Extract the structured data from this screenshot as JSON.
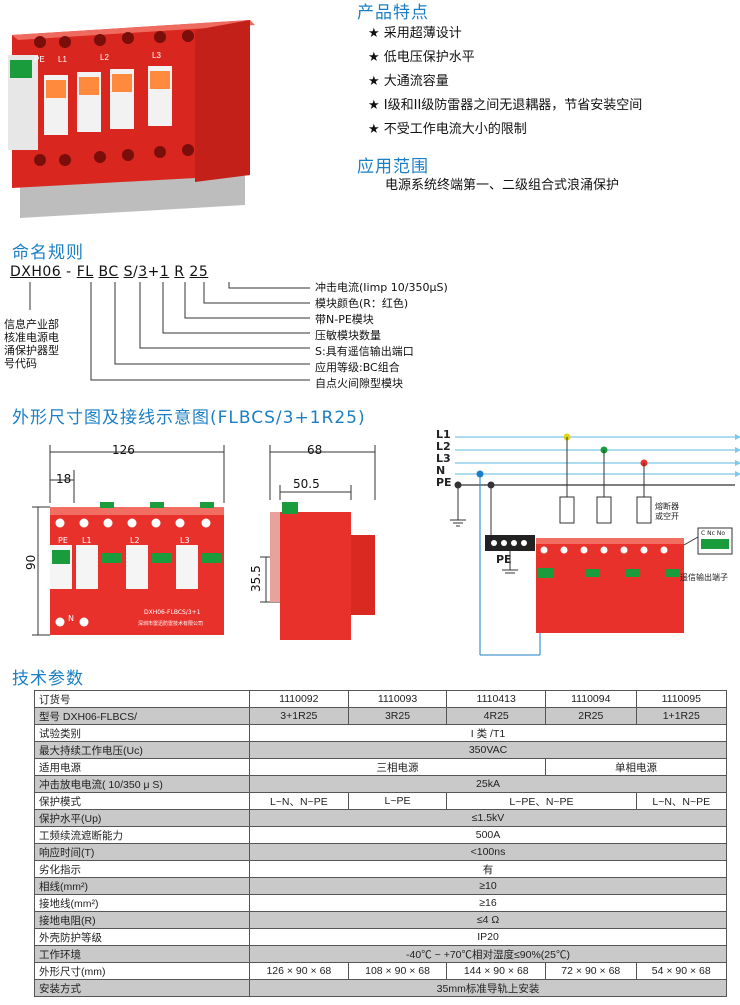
{
  "features": {
    "title": "产品特点",
    "items": [
      "采用超薄设计",
      "低电压保护水平",
      "大通流容量",
      "I级和II级防雷器之间无退耦器，节省安装空间",
      "不受工作电流大小的限制"
    ]
  },
  "application": {
    "title": "应用范围",
    "text": "电源系统终端第一、二级组合式浪涌保护"
  },
  "naming": {
    "title": "命名规则",
    "code_parts": [
      "DXH06",
      "-",
      "FL",
      "BC",
      "S",
      "/",
      "3",
      "+",
      "1",
      "R",
      "25"
    ],
    "left_label": [
      "信息产业部",
      "核准电源电",
      "涌保护器型",
      "号代码"
    ],
    "labels": [
      "冲击电流(Iimp 10/350μS)",
      "模块颜色(R：红色)",
      "带N-PE模块",
      "压敏模块数量",
      "S:具有遥信输出端口",
      "应用等级:BC组合",
      "自点火间隙型模块"
    ]
  },
  "dimension": {
    "title": "外形尺寸图及接线示意图(FLBCS/3+1R25)",
    "front_width": "126",
    "module_width": "18",
    "height": "90",
    "side_depth": "68",
    "side_inner": "50.5",
    "side_rail": "35.5",
    "front_labels": [
      "PE",
      "L1",
      "L2",
      "L3"
    ],
    "front_n": "N",
    "model_text": "DXH06-FLBCS/3+1",
    "company": "深圳市雷迅防雷技术有限公司"
  },
  "wiring": {
    "lines": [
      "L1",
      "L2",
      "L3",
      "N",
      "PE"
    ],
    "pe_label": "PE",
    "fuse_label": [
      "熔断器",
      "或空开"
    ],
    "remote_label": "遥信输出端子",
    "terminal_labels": [
      "C",
      "Nc",
      "No"
    ]
  },
  "specs": {
    "title": "技术参数",
    "rows": [
      {
        "label": "订货号",
        "cells": [
          "1110092",
          "1110093",
          "1110413",
          "1110094",
          "1110095"
        ]
      },
      {
        "label": "型号   DXH06-FLBCS/",
        "cells": [
          "3+1R25",
          "3R25",
          "4R25",
          "2R25",
          "1+1R25"
        ]
      },
      {
        "label": "试验类别",
        "span": "I 类 /T1"
      },
      {
        "label": "最大持续工作电压(Uc)",
        "span": "350VAC"
      },
      {
        "label": "适用电源",
        "split": [
          "三相电源",
          "单相电源"
        ]
      },
      {
        "label": "冲击放电电流( 10/350 μ S)",
        "span": "25kA"
      },
      {
        "label": "保护模式",
        "mode": [
          "L~N、N~PE",
          "L~PE",
          "L~PE、N~PE",
          "L~N、N~PE"
        ]
      },
      {
        "label": "保护水平(Up)",
        "span": "≤1.5kV"
      },
      {
        "label": "工频续流遮断能力",
        "span": "500A"
      },
      {
        "label": "响应时间(T)",
        "span": "<100ns"
      },
      {
        "label": "劣化指示",
        "span": "有"
      },
      {
        "label": "相线(mm²)",
        "span": "≥10"
      },
      {
        "label": "接地线(mm²)",
        "span": "≥16"
      },
      {
        "label": "接地电阻(R)",
        "span": "≤4 Ω"
      },
      {
        "label": "外壳防护等级",
        "span": "IP20"
      },
      {
        "label": "工作环境",
        "span": "-40℃ ~ +70℃相对湿度≤90%(25℃)"
      },
      {
        "label": "外形尺寸(mm)",
        "cells": [
          "126 × 90 × 68",
          "108 × 90 × 68",
          "144 × 90 × 68",
          "72 × 90 × 68",
          "54 × 90 × 68"
        ]
      },
      {
        "label": "安装方式",
        "span": "35mm标准导轨上安装"
      }
    ]
  },
  "colors": {
    "accent": "#1a7fc4",
    "device_red": "#e8312b",
    "green": "#1b9c3c"
  }
}
